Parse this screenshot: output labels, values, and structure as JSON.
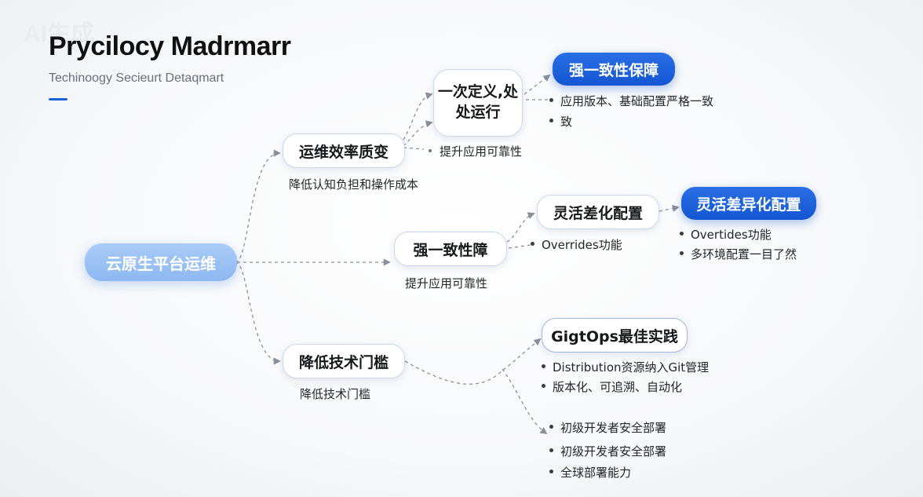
{
  "watermark": "AI生成",
  "header": {
    "title": "Prycilocy Madrmarr",
    "subtitle": "Techinoogy Secieurt Detaqmart"
  },
  "root": {
    "label": "云原生平台运维"
  },
  "branch_ops": {
    "label": "运维效率质变",
    "caption": "降低认知负担和操作成本",
    "child": {
      "label": "一次定义,处处运行",
      "caption": "提升应用可靠性"
    },
    "leaf": {
      "label": "强一致性保障",
      "bullets": [
        "应用版本、基础配置严格一致",
        "致"
      ]
    }
  },
  "branch_consistency": {
    "label": "强一致性障",
    "caption": "提升应用可靠性",
    "child": {
      "label": "灵活差化配置",
      "caption": "Overrides功能"
    },
    "leaf": {
      "label": "灵活差异化配置",
      "bullets": [
        "Overtides功能",
        "多环境配置一目了然"
      ]
    }
  },
  "branch_threshold": {
    "label": "降低技术门槛",
    "caption": "降低技术门槛",
    "leaf": {
      "label": "GigtOps最佳实践",
      "bullets": [
        "Distribution资源纳入Git管理",
        "版本化、可追溯、自动化"
      ]
    },
    "bullets": [
      "初级开发者安全部署",
      "初级开发者安全部署",
      "全球部署能力"
    ]
  },
  "colors": {
    "accent": "#1b63d9",
    "root": "#9cc2f4",
    "highlight": "#1456d2",
    "connector": "#8a8f98"
  }
}
